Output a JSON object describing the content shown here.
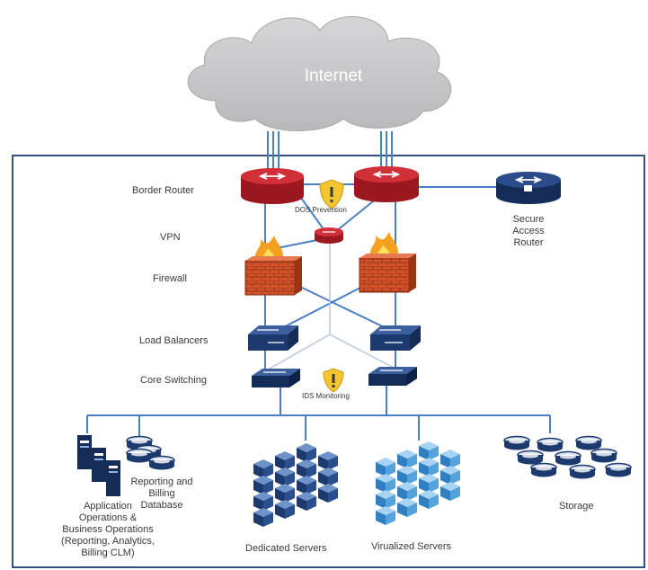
{
  "cloud": {
    "label": "Internet"
  },
  "tiers": {
    "border_router": "Border Router",
    "vpn": "VPN",
    "firewall": "Firewall",
    "load_balancers": "Load Balancers",
    "core_switching": "Core Switching"
  },
  "security": {
    "dos_prevention": "DOS Prevention",
    "ids_monitoring": "IDS Monitoring"
  },
  "secure_router": {
    "line1": "Secure",
    "line2": "Access",
    "line3": "Router"
  },
  "endpoints": {
    "app_ops": [
      "Application",
      "Operations &",
      "Business Operations",
      "(Reporting, Analytics,",
      "Billing CLM)"
    ],
    "reporting_db": [
      "Reporting and",
      "Billing",
      "Database"
    ],
    "dedicated_servers": "Dedicated Servers",
    "virtualized_servers": "Virualized Servers",
    "storage": "Storage"
  },
  "colors": {
    "router_red": "#b8202a",
    "router_navy": "#1d3a6e",
    "link_blue": "#4a7fc1",
    "frame": "#1f3d70",
    "cloud": "#c7c7c9",
    "server_dark": "#1f3f7a",
    "server_light": "#3d8fd1",
    "brick": "#c2451e",
    "warning": "#f2c531"
  },
  "icons": [
    "cloud-icon",
    "router-icon",
    "firewall-icon",
    "switch-icon",
    "warning-shield-icon",
    "server-tower-icon",
    "database-icon",
    "server-cube-icon"
  ]
}
